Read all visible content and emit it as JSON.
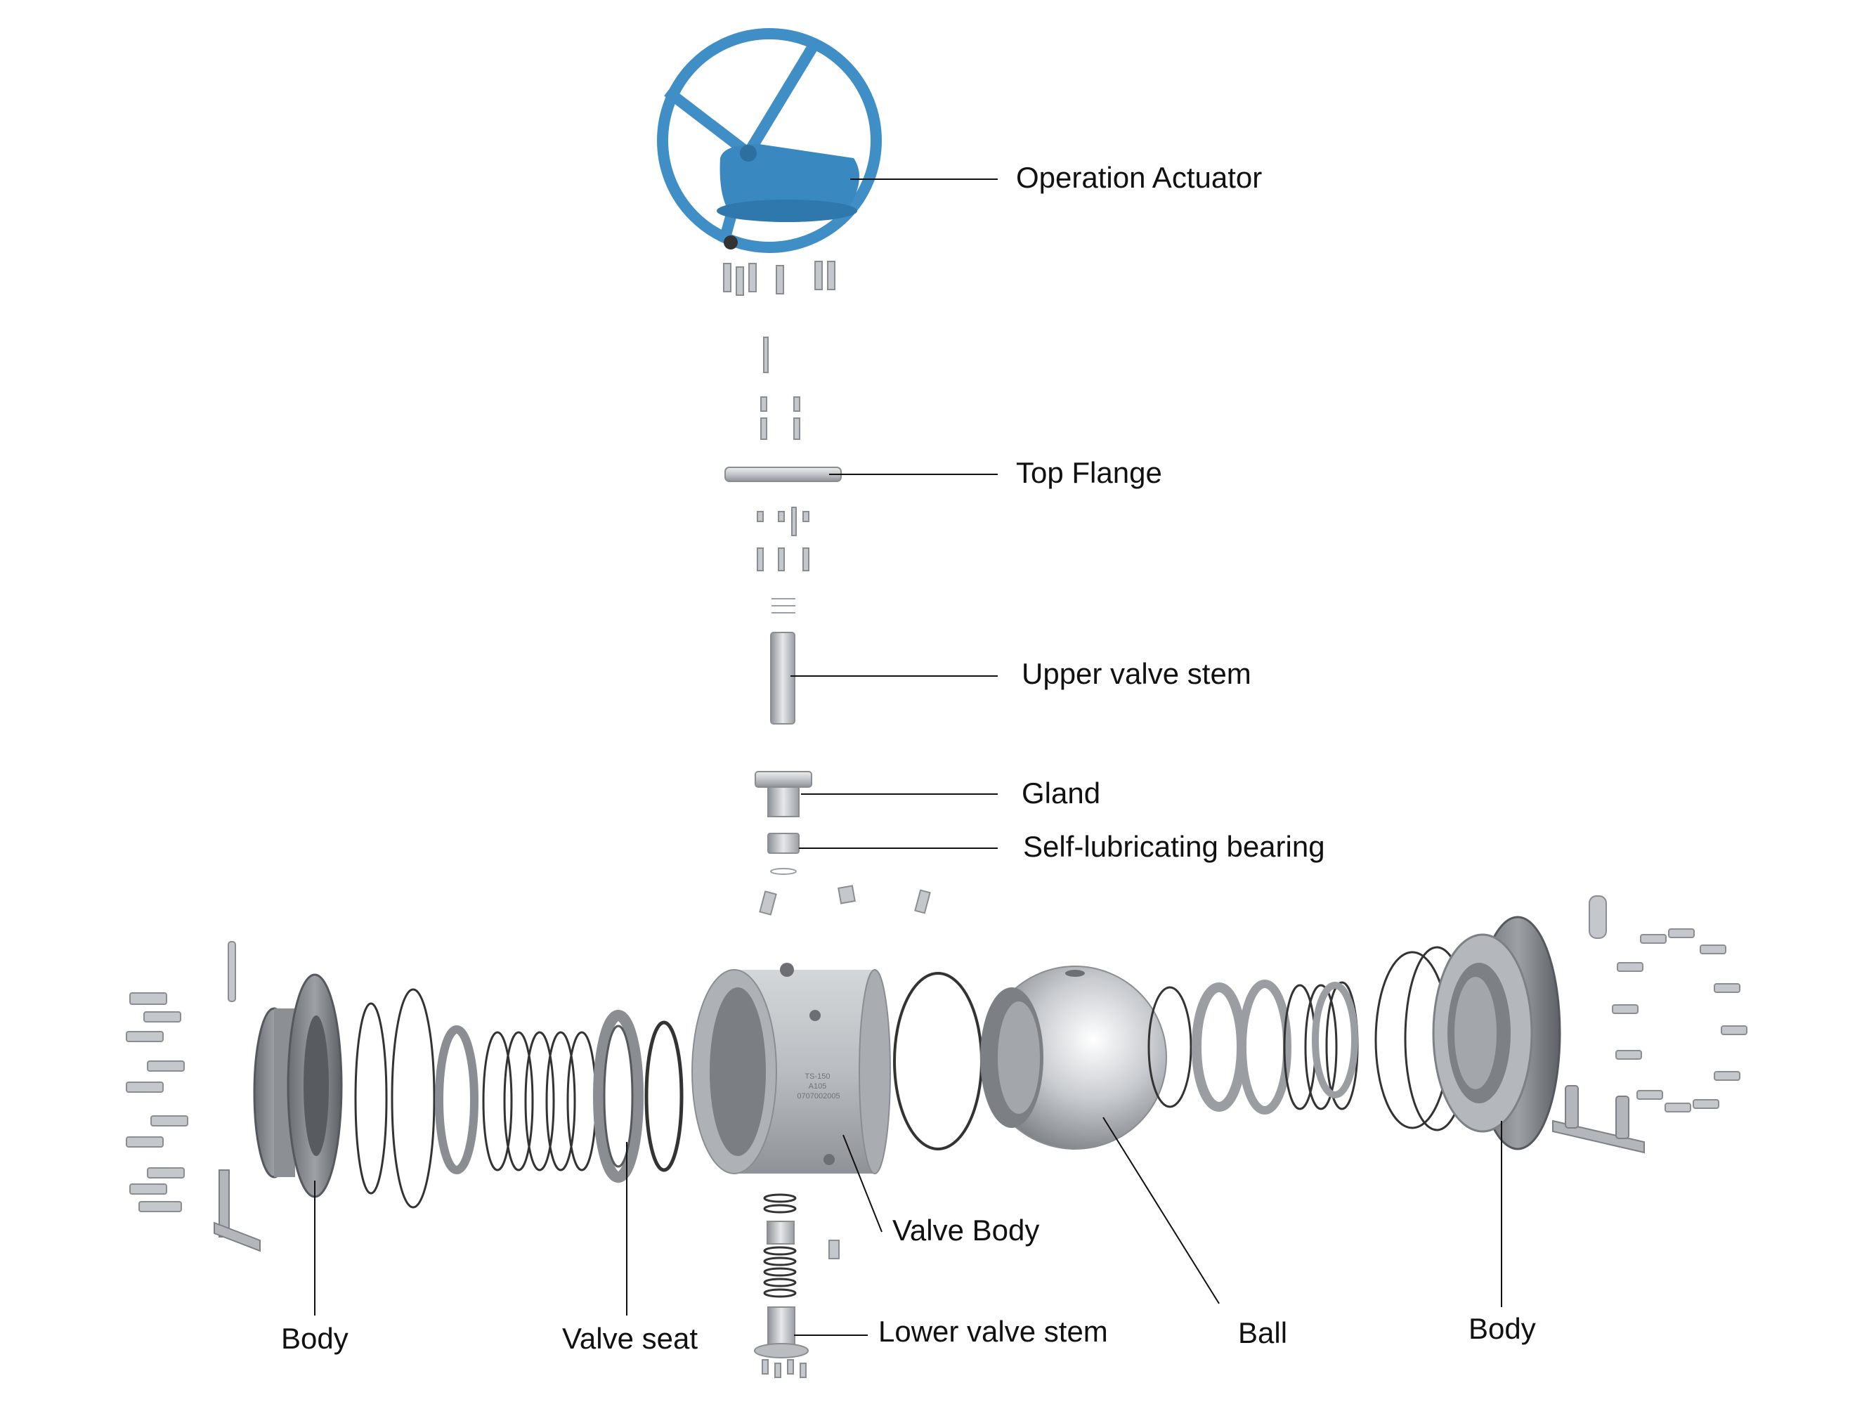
{
  "labels": {
    "operation_actuator": "Operation Actuator",
    "top_flange": "Top Flange",
    "upper_valve_stem": "Upper valve stem",
    "gland": "Gland",
    "self_lubricating_bearing": "Self-lubricating bearing",
    "valve_body": "Valve Body",
    "body_left": "Body",
    "valve_seat": "Valve seat",
    "lower_valve_stem": "Lower valve stem",
    "ball": "Ball",
    "body_right": "Body"
  },
  "body_marking": [
    "TS-150",
    "A105",
    "0707002005"
  ],
  "colors": {
    "actuator": "#3f8fc6",
    "steel": "#b9bdc2",
    "ring": "#333333",
    "leader": "#111111"
  }
}
